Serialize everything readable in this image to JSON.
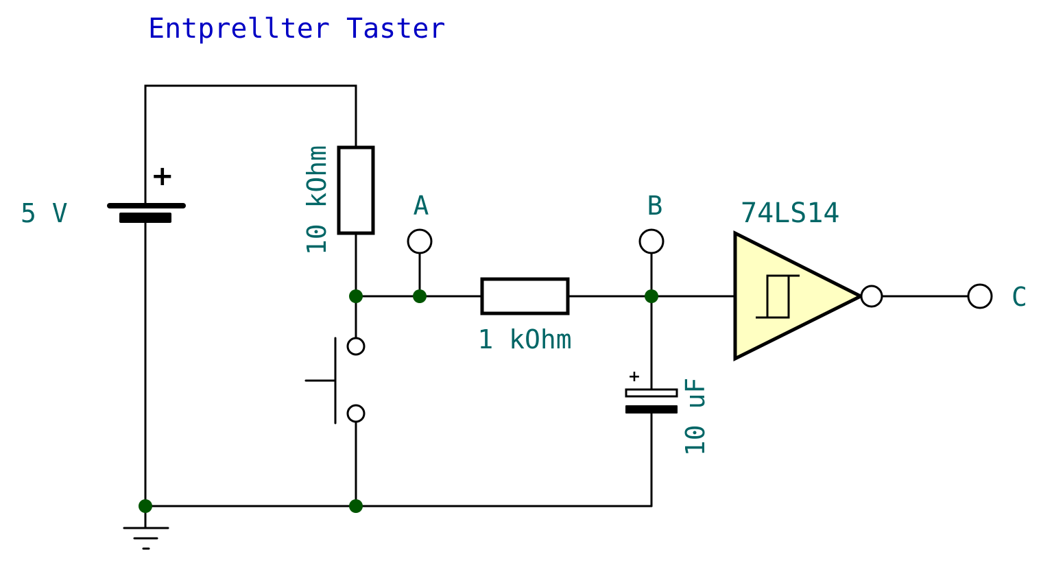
{
  "title": "Entprellter Taster",
  "components": {
    "battery": {
      "value": "5 V",
      "polarity": "+"
    },
    "pullup_resistor": {
      "value": "10 kOhm"
    },
    "series_resistor": {
      "value": "1 kOhm"
    },
    "capacitor": {
      "value": "10 uF",
      "polarity": "+"
    },
    "inverter": {
      "value": "74LS14"
    },
    "ground": {
      "label": "-"
    }
  },
  "test_points": [
    "A",
    "B",
    "C"
  ],
  "colors": {
    "title": "#0000c4",
    "label": "#006666",
    "junction": "#005500",
    "gate_fill": "#ffffc2",
    "wire": "#000000"
  }
}
